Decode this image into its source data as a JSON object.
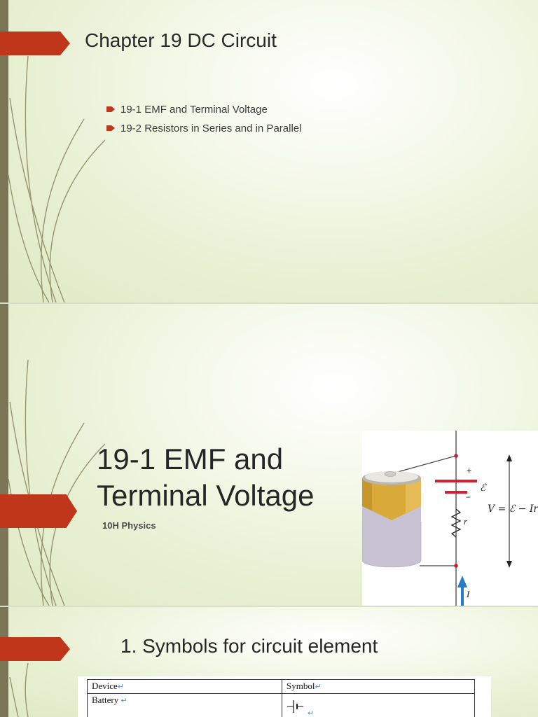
{
  "slides": {
    "slide1": {
      "title": "Chapter 19 DC Circuit",
      "bullets": [
        "19-1 EMF and Terminal Voltage",
        "19-2 Resistors in Series and in Parallel"
      ]
    },
    "slide2": {
      "title": "19-1 EMF and Terminal Voltage",
      "subtitle": "10H Physics",
      "figure": {
        "plus_label": "+",
        "minus_label": "−",
        "emf_label": "ℰ",
        "resistance_label": "r",
        "current_label": "I",
        "equation": "V = ℰ − Ir"
      }
    },
    "slide3": {
      "title": "1. Symbols for circuit element",
      "table": {
        "headers": [
          "Device",
          "Symbol"
        ],
        "rows": [
          [
            "Battery",
            ""
          ]
        ]
      }
    }
  },
  "colors": {
    "accent": "#c0361a",
    "left_bar": "#7a7556",
    "background": "#e8f0d2",
    "battery_gold": "#d9a93a",
    "battery_body": "#c7c3d3",
    "current_arrow": "#2b7bc4"
  }
}
